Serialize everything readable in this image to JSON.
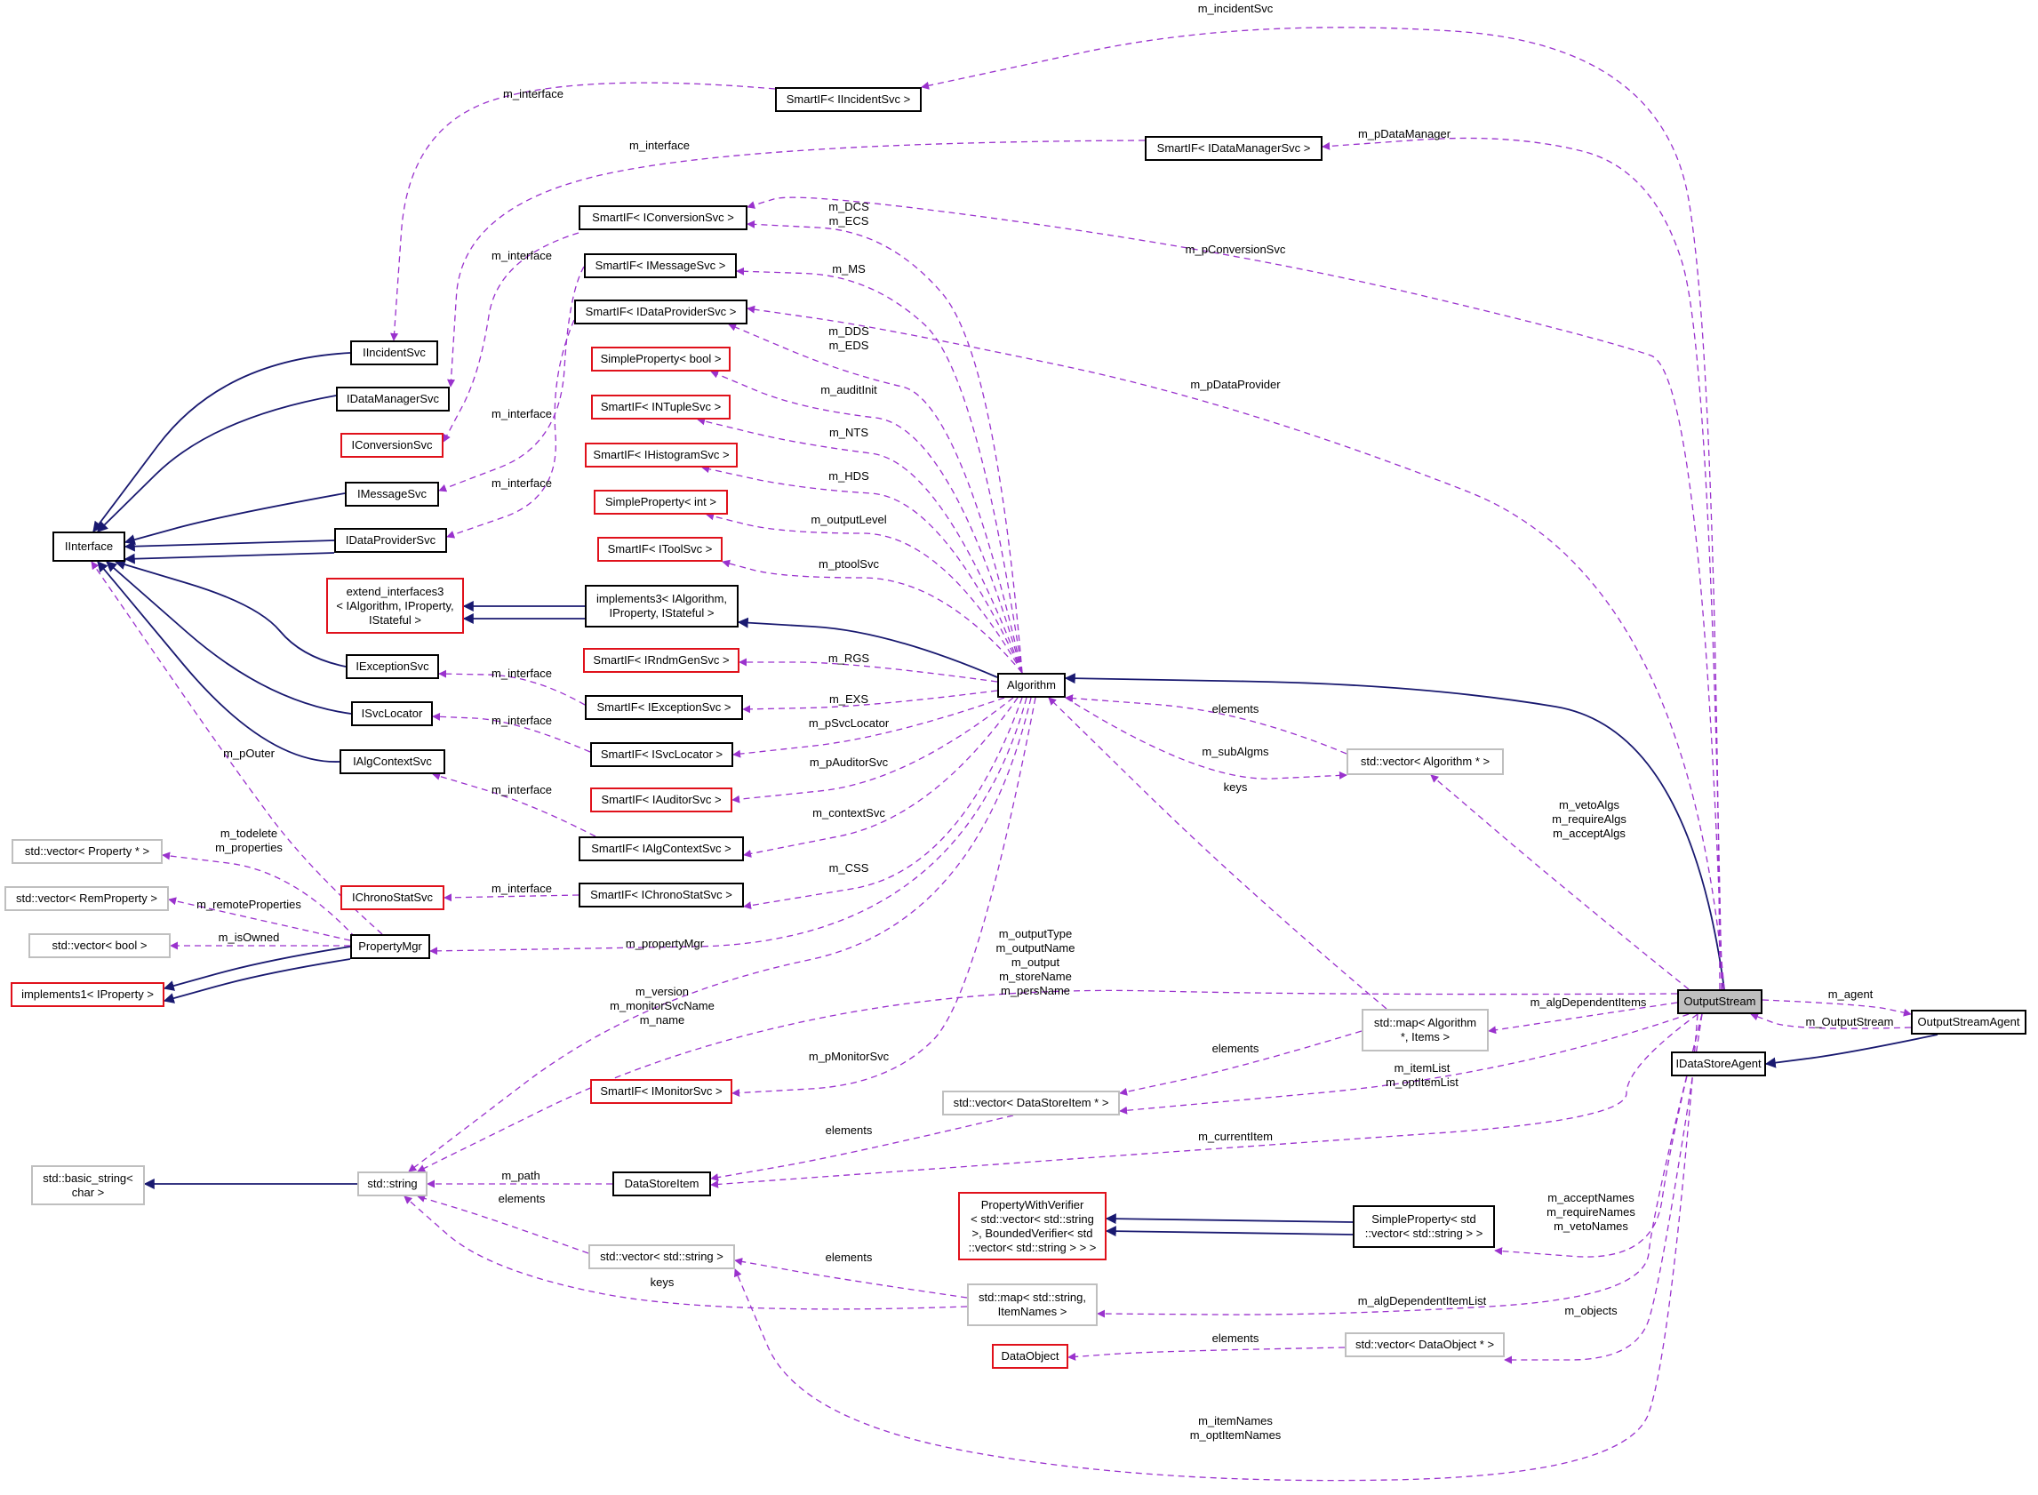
{
  "nodes": [
    {
      "id": "iincidentsvc_if",
      "label": "SmartIF< IIncidentSvc >",
      "style": "normal"
    },
    {
      "id": "idatamgr_if",
      "label": "SmartIF< IDataManagerSvc >",
      "style": "normal"
    },
    {
      "id": "iconv_if",
      "label": "SmartIF< IConversionSvc >",
      "style": "normal"
    },
    {
      "id": "imsg_if",
      "label": "SmartIF< IMessageSvc >",
      "style": "normal"
    },
    {
      "id": "idp_if",
      "label": "SmartIF< IDataProviderSvc >",
      "style": "normal"
    },
    {
      "id": "sp_bool",
      "label": "SimpleProperty< bool >",
      "style": "red"
    },
    {
      "id": "intuple_if",
      "label": "SmartIF< INTupleSvc >",
      "style": "red"
    },
    {
      "id": "ihist_if",
      "label": "SmartIF< IHistogramSvc >",
      "style": "red"
    },
    {
      "id": "sp_int",
      "label": "SimpleProperty< int >",
      "style": "red"
    },
    {
      "id": "itool_if",
      "label": "SmartIF< IToolSvc >",
      "style": "red"
    },
    {
      "id": "impl3",
      "label": "implements3< IAlgorithm,\nIProperty, IStateful >",
      "style": "normal"
    },
    {
      "id": "irndm_if",
      "label": "SmartIF< IRndmGenSvc >",
      "style": "red"
    },
    {
      "id": "iexc_if",
      "label": "SmartIF< IExceptionSvc >",
      "style": "normal"
    },
    {
      "id": "isvcloc_if",
      "label": "SmartIF< ISvcLocator >",
      "style": "normal"
    },
    {
      "id": "iaudit_if",
      "label": "SmartIF< IAuditorSvc >",
      "style": "red"
    },
    {
      "id": "ialgctx_if",
      "label": "SmartIF< IAlgContextSvc >",
      "style": "normal"
    },
    {
      "id": "ichrono_if",
      "label": "SmartIF< IChronoStatSvc >",
      "style": "normal"
    },
    {
      "id": "imon_if",
      "label": "SmartIF< IMonitorSvc >",
      "style": "red"
    },
    {
      "id": "iincidentsvc",
      "label": "IIncidentSvc",
      "style": "normal"
    },
    {
      "id": "idatamgr",
      "label": "IDataManagerSvc",
      "style": "normal"
    },
    {
      "id": "iconv",
      "label": "IConversionSvc",
      "style": "red"
    },
    {
      "id": "imsg",
      "label": "IMessageSvc",
      "style": "normal"
    },
    {
      "id": "idp",
      "label": "IDataProviderSvc",
      "style": "normal"
    },
    {
      "id": "iinterface",
      "label": "IInterface",
      "style": "normal"
    },
    {
      "id": "extend3",
      "label": "extend_interfaces3\n< IAlgorithm, IProperty,\nIStateful >",
      "style": "red"
    },
    {
      "id": "iexc",
      "label": "IExceptionSvc",
      "style": "normal"
    },
    {
      "id": "isvcloc",
      "label": "ISvcLocator",
      "style": "normal"
    },
    {
      "id": "ialgctx",
      "label": "IAlgContextSvc",
      "style": "normal"
    },
    {
      "id": "ichrono",
      "label": "IChronoStatSvc",
      "style": "red"
    },
    {
      "id": "vec_prop",
      "label": "std::vector< Property * >",
      "style": "gray"
    },
    {
      "id": "vec_remprop",
      "label": "std::vector< RemProperty >",
      "style": "gray"
    },
    {
      "id": "vec_bool",
      "label": "std::vector< bool >",
      "style": "gray"
    },
    {
      "id": "impl1",
      "label": "implements1< IProperty >",
      "style": "red"
    },
    {
      "id": "propmgr",
      "label": "PropertyMgr",
      "style": "normal"
    },
    {
      "id": "algorithm",
      "label": "Algorithm",
      "style": "normal"
    },
    {
      "id": "vec_alg",
      "label": "std::vector< Algorithm * >",
      "style": "gray"
    },
    {
      "id": "map_alg",
      "label": "std::map< Algorithm\n*, Items >",
      "style": "gray"
    },
    {
      "id": "outputstream",
      "label": "OutputStream",
      "style": "focus"
    },
    {
      "id": "osagent",
      "label": "OutputStreamAgent",
      "style": "normal"
    },
    {
      "id": "idsagent",
      "label": "IDataStoreAgent",
      "style": "normal"
    },
    {
      "id": "vec_dsi",
      "label": "std::vector< DataStoreItem * >",
      "style": "gray"
    },
    {
      "id": "basic_string",
      "label": "std::basic_string<\nchar >",
      "style": "gray"
    },
    {
      "id": "stdstring",
      "label": "std::string",
      "style": "gray"
    },
    {
      "id": "dsi",
      "label": "DataStoreItem",
      "style": "normal"
    },
    {
      "id": "pwv",
      "label": "PropertyWithVerifier\n< std::vector< std::string\n>, BoundedVerifier< std\n::vector< std::string > > >",
      "style": "red"
    },
    {
      "id": "sp_vecstr",
      "label": "SimpleProperty< std\n::vector< std::string > >",
      "style": "normal"
    },
    {
      "id": "vec_str",
      "label": "std::vector< std::string >",
      "style": "gray"
    },
    {
      "id": "map_str",
      "label": "std::map< std::string,\nItemNames >",
      "style": "gray"
    },
    {
      "id": "dataobject",
      "label": "DataObject",
      "style": "red"
    },
    {
      "id": "vec_do",
      "label": "std::vector< DataObject * >",
      "style": "gray"
    }
  ],
  "edges": [
    {
      "from": "iincidentsvc_if",
      "to": "iincidentsvc",
      "kind": "usage",
      "label": "m_interface"
    },
    {
      "from": "idatamgr_if",
      "to": "idatamgr",
      "kind": "usage",
      "label": "m_interface"
    },
    {
      "from": "iconv_if",
      "to": "iconv",
      "kind": "usage",
      "label": "m_interface"
    },
    {
      "from": "imsg_if",
      "to": "imsg",
      "kind": "usage",
      "label": "m_interface"
    },
    {
      "from": "idp_if",
      "to": "idp",
      "kind": "usage",
      "label": "m_interface"
    },
    {
      "from": "iexc_if",
      "to": "iexc",
      "kind": "usage",
      "label": "m_interface"
    },
    {
      "from": "isvcloc_if",
      "to": "isvcloc",
      "kind": "usage",
      "label": "m_interface"
    },
    {
      "from": "ialgctx_if",
      "to": "ialgctx",
      "kind": "usage",
      "label": "m_interface"
    },
    {
      "from": "ichrono_if",
      "to": "ichrono",
      "kind": "usage",
      "label": "m_interface"
    },
    {
      "from": "iincidentsvc",
      "to": "iinterface",
      "kind": "inherit",
      "label": ""
    },
    {
      "from": "idatamgr",
      "to": "iinterface",
      "kind": "inherit",
      "label": ""
    },
    {
      "from": "imsg",
      "to": "iinterface",
      "kind": "inherit",
      "label": ""
    },
    {
      "from": "idp",
      "to": "iinterface",
      "kind": "inherit",
      "label": ""
    },
    {
      "from": "iexc",
      "to": "iinterface",
      "kind": "inherit",
      "label": ""
    },
    {
      "from": "isvcloc",
      "to": "iinterface",
      "kind": "inherit",
      "label": ""
    },
    {
      "from": "ialgctx",
      "to": "iinterface",
      "kind": "inherit",
      "label": ""
    },
    {
      "from": "impl3",
      "to": "extend3",
      "kind": "inherit",
      "label": ""
    },
    {
      "from": "propmgr",
      "to": "impl1",
      "kind": "inherit",
      "label": ""
    },
    {
      "from": "propmgr",
      "to": "iinterface",
      "kind": "usage",
      "label": "m_pOuter"
    },
    {
      "from": "propmgr",
      "to": "vec_prop",
      "kind": "usage",
      "label": "m_todelete\nm_properties"
    },
    {
      "from": "propmgr",
      "to": "vec_remprop",
      "kind": "usage",
      "label": "m_remoteProperties"
    },
    {
      "from": "propmgr",
      "to": "vec_bool",
      "kind": "usage",
      "label": "m_isOwned"
    },
    {
      "from": "algorithm",
      "to": "impl3",
      "kind": "inherit",
      "label": ""
    },
    {
      "from": "algorithm",
      "to": "iconv_if",
      "kind": "usage",
      "label": "m_DCS\nm_ECS"
    },
    {
      "from": "algorithm",
      "to": "imsg_if",
      "kind": "usage",
      "label": "m_MS"
    },
    {
      "from": "algorithm",
      "to": "idp_if",
      "kind": "usage",
      "label": "m_DDS\nm_EDS"
    },
    {
      "from": "algorithm",
      "to": "sp_bool",
      "kind": "usage",
      "label": "m_auditInit"
    },
    {
      "from": "algorithm",
      "to": "intuple_if",
      "kind": "usage",
      "label": "m_NTS"
    },
    {
      "from": "algorithm",
      "to": "ihist_if",
      "kind": "usage",
      "label": "m_HDS"
    },
    {
      "from": "algorithm",
      "to": "sp_int",
      "kind": "usage",
      "label": "m_outputLevel"
    },
    {
      "from": "algorithm",
      "to": "itool_if",
      "kind": "usage",
      "label": "m_ptoolSvc"
    },
    {
      "from": "algorithm",
      "to": "irndm_if",
      "kind": "usage",
      "label": "m_RGS"
    },
    {
      "from": "algorithm",
      "to": "iexc_if",
      "kind": "usage",
      "label": "m_EXS"
    },
    {
      "from": "algorithm",
      "to": "isvcloc_if",
      "kind": "usage",
      "label": "m_pSvcLocator"
    },
    {
      "from": "algorithm",
      "to": "iaudit_if",
      "kind": "usage",
      "label": "m_pAuditorSvc"
    },
    {
      "from": "algorithm",
      "to": "ialgctx_if",
      "kind": "usage",
      "label": "m_contextSvc"
    },
    {
      "from": "algorithm",
      "to": "ichrono_if",
      "kind": "usage",
      "label": "m_CSS"
    },
    {
      "from": "algorithm",
      "to": "propmgr",
      "kind": "usage",
      "label": "m_propertyMgr"
    },
    {
      "from": "algorithm",
      "to": "stdstring",
      "kind": "usage",
      "label": "m_version\nm_monitorSvcName\nm_name"
    },
    {
      "from": "algorithm",
      "to": "imon_if",
      "kind": "usage",
      "label": "m_pMonitorSvc"
    },
    {
      "from": "vec_alg",
      "to": "algorithm",
      "kind": "usage",
      "label": "elements"
    },
    {
      "from": "algorithm",
      "to": "vec_alg",
      "kind": "usage",
      "label": "m_subAlgms"
    },
    {
      "from": "map_alg",
      "to": "algorithm",
      "kind": "usage",
      "label": "keys"
    },
    {
      "from": "map_alg",
      "to": "vec_dsi",
      "kind": "usage",
      "label": "elements"
    },
    {
      "from": "outputstream",
      "to": "algorithm",
      "kind": "inherit",
      "label": ""
    },
    {
      "from": "outputstream",
      "to": "iincidentsvc_if",
      "kind": "usage",
      "label": "m_incidentSvc"
    },
    {
      "from": "outputstream",
      "to": "idatamgr_if",
      "kind": "usage",
      "label": "m_pDataManager"
    },
    {
      "from": "outputstream",
      "to": "iconv_if",
      "kind": "usage",
      "label": "m_pConversionSvc"
    },
    {
      "from": "outputstream",
      "to": "idp_if",
      "kind": "usage",
      "label": "m_pDataProvider"
    },
    {
      "from": "outputstream",
      "to": "vec_alg",
      "kind": "usage",
      "label": "m_vetoAlgs\nm_requireAlgs\nm_acceptAlgs"
    },
    {
      "from": "outputstream",
      "to": "map_alg",
      "kind": "usage",
      "label": "m_algDependentItems"
    },
    {
      "from": "outputstream",
      "to": "stdstring",
      "kind": "usage",
      "label": "m_outputType\nm_outputName\nm_output\nm_storeName\nm_persName"
    },
    {
      "from": "outputstream",
      "to": "vec_dsi",
      "kind": "usage",
      "label": "m_itemList\nm_optItemList"
    },
    {
      "from": "outputstream",
      "to": "dsi",
      "kind": "usage",
      "label": "m_currentItem"
    },
    {
      "from": "outputstream",
      "to": "osagent",
      "kind": "usage",
      "label": "m_agent"
    },
    {
      "from": "osagent",
      "to": "outputstream",
      "kind": "usage",
      "label": "m_OutputStream"
    },
    {
      "from": "osagent",
      "to": "idsagent",
      "kind": "inherit",
      "label": ""
    },
    {
      "from": "outputstream",
      "to": "sp_vecstr",
      "kind": "usage",
      "label": "m_acceptNames\nm_requireNames\nm_vetoNames"
    },
    {
      "from": "outputstream",
      "to": "map_str",
      "kind": "usage",
      "label": "m_algDependentItemList"
    },
    {
      "from": "outputstream",
      "to": "vec_do",
      "kind": "usage",
      "label": "m_objects"
    },
    {
      "from": "outputstream",
      "to": "vec_str",
      "kind": "usage",
      "label": "m_itemNames\nm_optItemNames"
    },
    {
      "from": "vec_dsi",
      "to": "dsi",
      "kind": "usage",
      "label": "elements"
    },
    {
      "from": "dsi",
      "to": "stdstring",
      "kind": "usage",
      "label": "m_path"
    },
    {
      "from": "stdstring",
      "to": "basic_string",
      "kind": "inherit",
      "label": ""
    },
    {
      "from": "vec_str",
      "to": "stdstring",
      "kind": "usage",
      "label": "elements"
    },
    {
      "from": "map_str",
      "to": "stdstring",
      "kind": "usage",
      "label": "keys"
    },
    {
      "from": "map_str",
      "to": "vec_str",
      "kind": "usage",
      "label": "elements"
    },
    {
      "from": "sp_vecstr",
      "to": "pwv",
      "kind": "inherit",
      "label": ""
    },
    {
      "from": "vec_do",
      "to": "dataobject",
      "kind": "usage",
      "label": "elements"
    }
  ],
  "colors": {
    "inherit": "#191970",
    "usage": "#9a32cd",
    "normal_border": "#000000",
    "red_border": "#e0111b",
    "gray_border": "#bfbfbf",
    "focus_fill": "#bfbfbf"
  }
}
